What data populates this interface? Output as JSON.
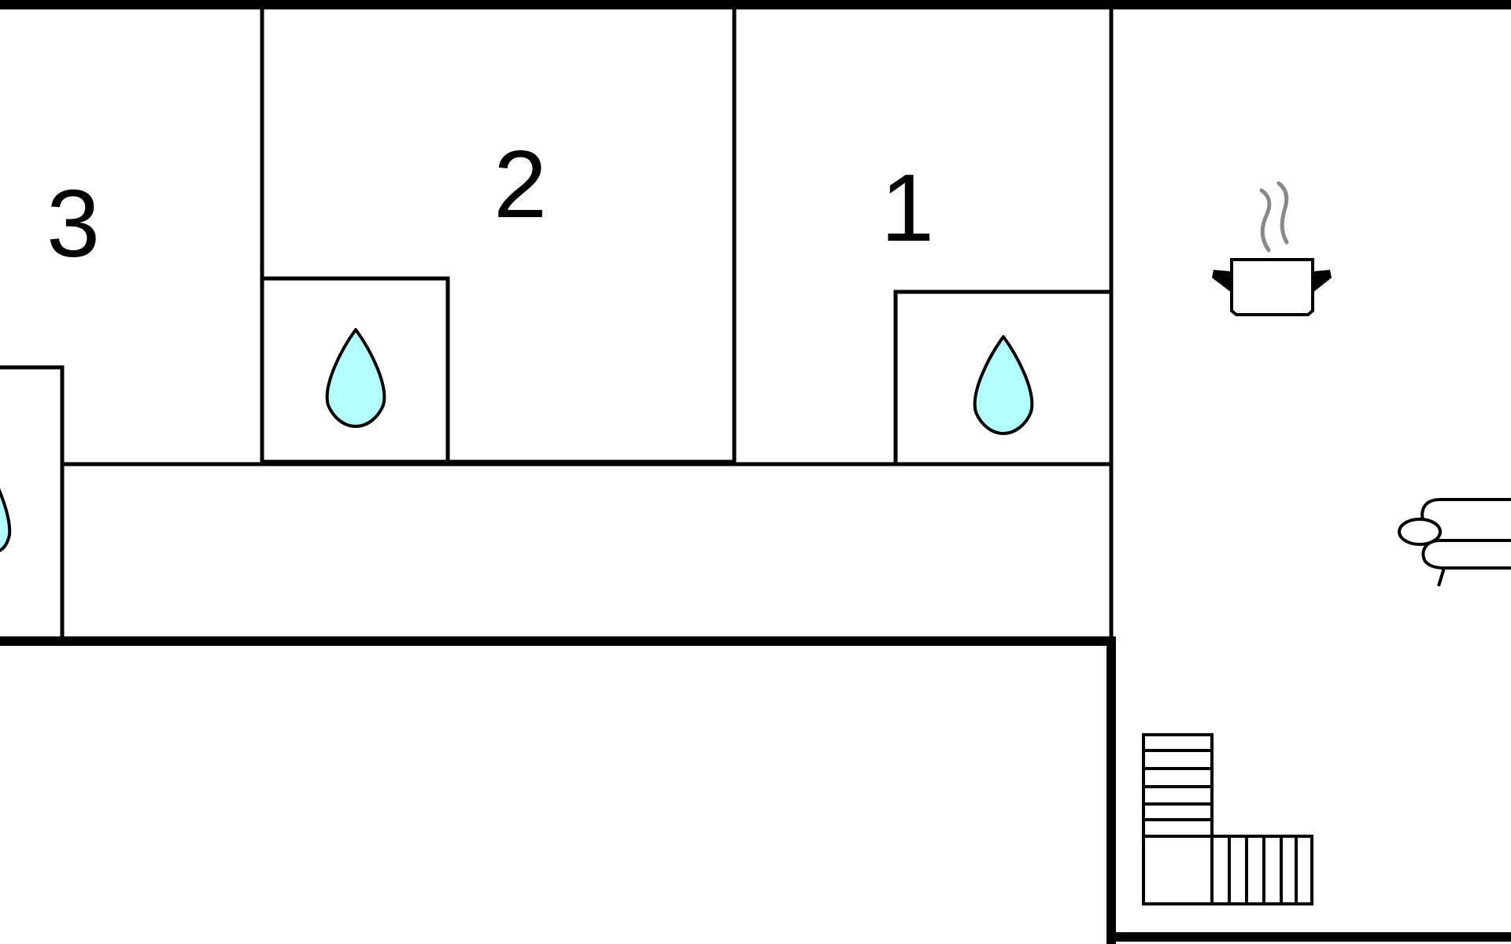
{
  "floorplan": {
    "rooms": [
      {
        "id": "room-3",
        "label": "3"
      },
      {
        "id": "room-2",
        "label": "2"
      },
      {
        "id": "room-1",
        "label": "1"
      }
    ],
    "icons": [
      {
        "name": "water-drop-icon",
        "room": "3"
      },
      {
        "name": "water-drop-icon",
        "room": "2"
      },
      {
        "name": "water-drop-icon",
        "room": "1"
      },
      {
        "name": "cooking-pot-icon",
        "room": "kitchen"
      },
      {
        "name": "sofa-icon",
        "room": "living"
      },
      {
        "name": "staircase-icon",
        "room": "stairs"
      }
    ],
    "colors": {
      "wall": "#000000",
      "water": "#b3ffff",
      "steam": "#888888",
      "background": "#ffffff"
    }
  }
}
